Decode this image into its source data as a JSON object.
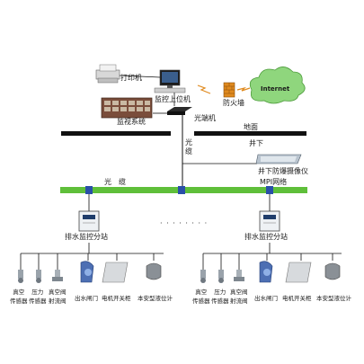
{
  "labels": {
    "printer": "打印机",
    "host_computer": "监控上位机",
    "firewall": "防火墙",
    "internet": "Internet",
    "monitoring_system": "监视系统",
    "optical_switch": "光端机",
    "ground": "地面",
    "underground": "井下",
    "fiber_vertical": "光\n缆",
    "fiber_bus": "光　缆",
    "mpi_network": "MPI网络",
    "camera": "井下防爆摄像仪",
    "left_substation": "排水监控分站",
    "right_substation": "排水监控分站",
    "dots": "· · · · · · · ·"
  },
  "left_sensors": [
    "真空\n传感器",
    "压力\n传感器",
    "真空阀\n射流阀",
    "出水闸门",
    "电机开关柜",
    "本安型液位计"
  ],
  "right_sensors": [
    "真空\n传感器",
    "压力\n传感器",
    "真空阀\n射流阀",
    "出水闸门",
    "电机开关柜",
    "本安型液位计"
  ],
  "colors": {
    "bus_green": "#5fbf3a",
    "node_blue": "#2a4fa8",
    "line_black": "#111111",
    "cloud_green": "#7cc96a",
    "firewall_orange": "#e08a1e"
  }
}
